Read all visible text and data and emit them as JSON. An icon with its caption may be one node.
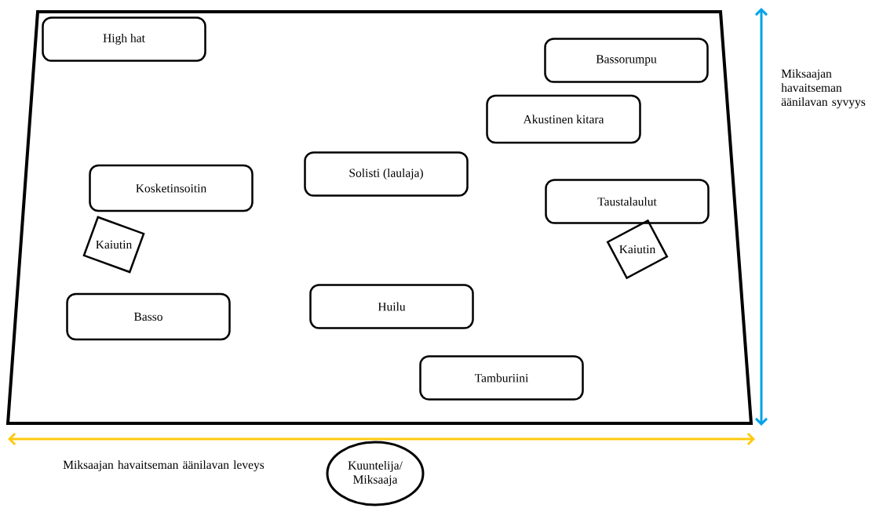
{
  "diagram": {
    "nodes": [
      {
        "text": [
          "High hat"
        ]
      },
      {
        "text": [
          "Bassorumpu"
        ]
      },
      {
        "text": [
          "Akustinen kitara"
        ]
      },
      {
        "text": [
          "Solisti (laulaja)"
        ]
      },
      {
        "text": [
          "Kosketinsoitin"
        ]
      },
      {
        "text": [
          "Taustalaulut"
        ]
      },
      {
        "text": [
          "Kaiutin"
        ]
      },
      {
        "text": [
          "Kaiutin"
        ]
      },
      {
        "text": [
          "Huilu"
        ]
      },
      {
        "text": [
          "Basso"
        ]
      },
      {
        "text": [
          "Tamburiini"
        ]
      },
      {
        "text": [
          "Kuuntelija/ Miksaaja"
        ]
      }
    ],
    "edges": [],
    "labels": [
      "Miksaajan havaitseman äänilavan syvyys",
      "Miksaajan havaitseman äänilavan leveys"
    ]
  }
}
